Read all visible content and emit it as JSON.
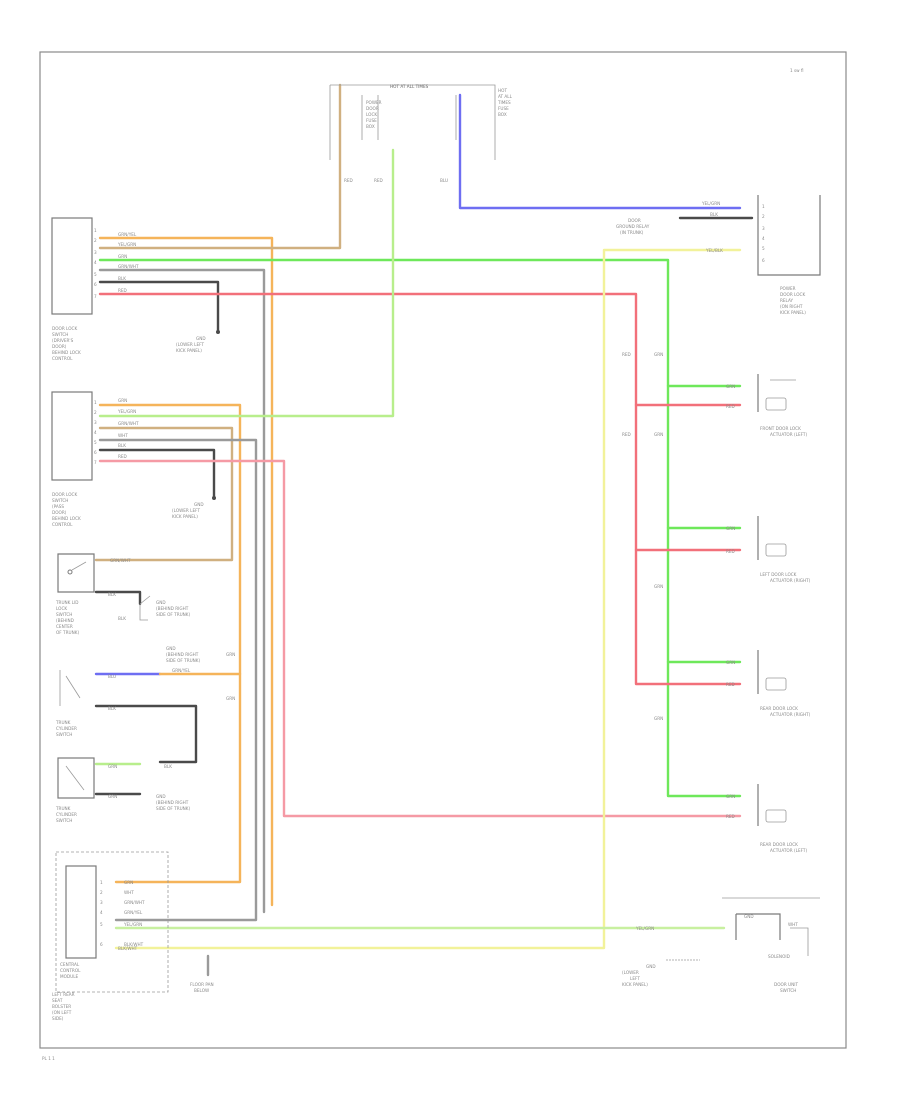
{
  "header": {
    "title": "",
    "page_ref": "1 sw fl"
  },
  "footer": {
    "code": "PL 1 1"
  },
  "colors": {
    "orange": "#f5b45a",
    "green": "#6ee85a",
    "light_green": "#b8ee8c",
    "red": "#f2707a",
    "pink": "#f59aa5",
    "blue": "#6e6ef2",
    "yellow": "#f2f29a",
    "tan": "#d0b080",
    "gray": "#9a9a9a",
    "dark": "#4a4a4a",
    "frame": "#8a8a8a"
  },
  "components": {
    "fuse_box": [
      "HOT AT ALL TIMES",
      "POWER",
      "DOOR",
      "LOCK",
      "FUSE",
      "BOX"
    ],
    "fuse_right": [
      "HOT",
      "AT ALL",
      "TIMES",
      "FUSE",
      "BOX"
    ],
    "relay_top_right": [
      "POWER",
      "DOOR LOCK",
      "RELAY",
      "(ON RIGHT",
      "KICK PANEL)"
    ],
    "front_actuator": [
      "FRONT DOOR LOCK",
      "ACTUATOR (LEFT)"
    ],
    "left_actuator": [
      "LEFT DOOR LOCK",
      "ACTUATOR (RIGHT)"
    ],
    "rear_right_actuator": [
      "REAR DOOR LOCK",
      "ACTUATOR (RIGHT)"
    ],
    "rear_left_actuator": [
      "REAR DOOR LOCK",
      "ACTUATOR (LEFT)"
    ],
    "door_lock_switch_upper": [
      "DOOR LOCK",
      "SWITCH",
      "(DRIVER'S",
      "DOOR)",
      "BEHIND LOCK",
      "CONTROL"
    ],
    "door_lock_switch_lower": [
      "DOOR LOCK",
      "SWITCH",
      "(PASS",
      "DOOR)",
      "BEHIND LOCK",
      "CONTROL"
    ],
    "trunk_switch": [
      "TRUNK LID",
      "LOCK",
      "SWITCH",
      "(BEHIND",
      "CENTER",
      "OF TRUNK)"
    ],
    "key_cyl_upper": [
      "TRUNK",
      "CYLINDER",
      "SWITCH"
    ],
    "key_cyl_lower": [
      "TRUNK",
      "CYLINDER",
      "SWITCH"
    ],
    "control_unit": [
      "CENTRAL",
      "CONTROL",
      "MODULE"
    ],
    "control_unit_caption": [
      "LEFT REAR",
      "SEAT",
      "BOLSTER",
      "(ON LEFT",
      "SIDE)"
    ],
    "ground_mid": [
      "FLOOR PAN",
      "BELOW"
    ],
    "door_unit": [
      "DOOR UNIT",
      "SWITCH"
    ],
    "door_unit_inner": [
      "SOLENOID"
    ],
    "ground_upper": [
      "GND",
      "(LOWER LEFT",
      "KICK PANEL)"
    ],
    "ground_lower": [
      "GND",
      "(LOWER LEFT",
      "KICK PANEL)"
    ],
    "ground_bottom": [
      "GND",
      "(LOWER",
      "LEFT",
      "KICK PANEL)"
    ],
    "ground_trunk_a": [
      "GND",
      "(BEHIND RIGHT",
      "SIDE OF TRUNK)"
    ],
    "ground_trunk_b": [
      "GND",
      "(BEHIND RIGHT",
      "SIDE OF TRUNK)"
    ],
    "ground_trunk_c": [
      "GND",
      "(BEHIND RIGHT",
      "SIDE OF TRUNK)"
    ],
    "connector_note": [
      "DOOR",
      "GROUND RELAY",
      "(IN TRUNK)"
    ]
  },
  "wire_labels": {
    "upper_switch": [
      "GRN/YEL",
      "YEL/GRN",
      "GRN",
      "GRN/WHT",
      "BLK",
      "RED"
    ],
    "lower_switch": [
      "GRN",
      "YEL/GRN",
      "GRN/WHT",
      "WHT",
      "BLK",
      "RED"
    ],
    "control": [
      "GRN",
      "WHT",
      "GRN/WHT",
      "GRN/YEL",
      "YEL/GRN",
      "BLK/WHT"
    ],
    "fuse_drops": [
      "RED",
      "RED",
      "BLU"
    ],
    "relay": [
      "YEL/GRN",
      "BLK",
      "YEL/BLK"
    ],
    "trunk": [
      "GRN/YEL"
    ],
    "key": [
      "BLU",
      "BLK",
      "GRN"
    ],
    "lower_key": [
      "GRN",
      "BLK",
      "BLK"
    ],
    "vertical": [
      "RED",
      "GRN",
      "RED",
      "GRN",
      "GRN",
      "GRN"
    ],
    "actuators": [
      "GRN",
      "RED",
      "GRN",
      "RED",
      "GRN",
      "RED",
      "GRN",
      "RED"
    ],
    "bottom": [
      "YEL/GRN",
      "BLK/WHT"
    ],
    "door_unit": [
      "WHT"
    ],
    "misc": [
      "GRN",
      "GRN",
      "BLK"
    ]
  },
  "pin_labels": {
    "relay": [
      "1",
      "2",
      "3",
      "4",
      "5",
      "6"
    ],
    "upper_switch": [
      "1",
      "2",
      "3",
      "4",
      "5",
      "6",
      "7"
    ],
    "lower_switch": [
      "1",
      "2",
      "3",
      "4",
      "5",
      "6",
      "7"
    ],
    "control": [
      "1",
      "2",
      "3",
      "4",
      "5",
      "6"
    ]
  }
}
